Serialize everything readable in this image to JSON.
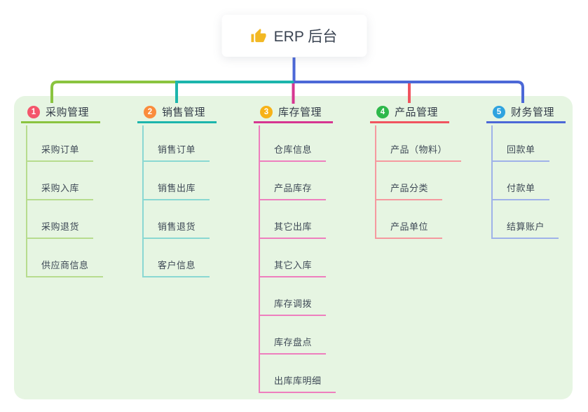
{
  "root": {
    "label": "ERP 后台",
    "icon": "thumbs-up-icon",
    "icon_color": "#f2b824",
    "trunk_color": "#4c68d7"
  },
  "panel": {
    "background": "#e6f5e2"
  },
  "branches": [
    {
      "num": "1",
      "label": "采购管理",
      "badge_color": "#f4566b",
      "accent": "#8ac43f",
      "light": "#b7dc8e",
      "children": [
        "采购订单",
        "采购入库",
        "采购退货",
        "供应商信息"
      ]
    },
    {
      "num": "2",
      "label": "销售管理",
      "badge_color": "#fa8c3d",
      "accent": "#1cb5ac",
      "light": "#8ad8d2",
      "children": [
        "销售订单",
        "销售出库",
        "销售退货",
        "客户信息"
      ]
    },
    {
      "num": "3",
      "label": "库存管理",
      "badge_color": "#f7b217",
      "accent": "#d63691",
      "light": "#ee7fbe",
      "children": [
        "仓库信息",
        "产品库存",
        "其它出库",
        "其它入库",
        "库存调拨",
        "库存盘点",
        "出库库明细"
      ]
    },
    {
      "num": "4",
      "label": "产品管理",
      "badge_color": "#2eb84b",
      "accent": "#f0545f",
      "light": "#f5999f",
      "children": [
        "产品（物料）",
        "产品分类",
        "产品单位"
      ]
    },
    {
      "num": "5",
      "label": "财务管理",
      "badge_color": "#2fa3df",
      "accent": "#4c68d7",
      "light": "#9fb2e9",
      "children": [
        "回款单",
        "付款单",
        "结算账户"
      ]
    }
  ]
}
